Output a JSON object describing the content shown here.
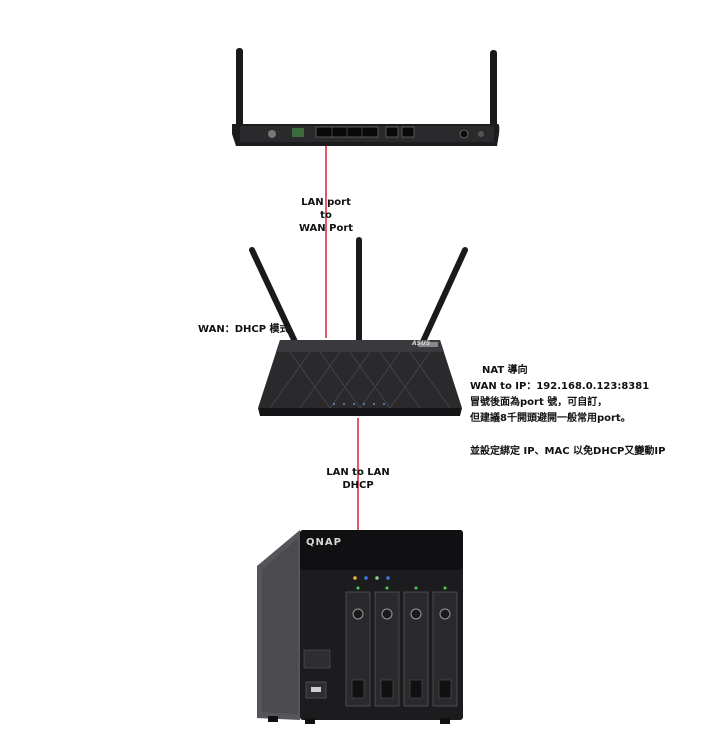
{
  "labels": {
    "lan_to_wan": [
      "LAN port",
      "to",
      "WAN  Port"
    ],
    "wan_mode": "WAN：DHCP 模式",
    "lan_to_lan": [
      "LAN to LAN",
      "DHCP"
    ],
    "nat_title": "NAT 導向",
    "nat_lines": [
      "WAN to IP：192.168.0.123:8381",
      "冒號後面為port 號，可自訂，",
      "但建議8千開頭避開一般常用port。"
    ],
    "binding_note": "並設定綁定 IP、MAC 以免DHCP又變動IP"
  },
  "devices": {
    "modem": "modem-router",
    "router": "asus-wireless-router",
    "nas": "qnap-nas",
    "nas_brand": "QNAP",
    "router_brand": "ASUS"
  },
  "colors": {
    "cable": "#e0202a",
    "device_dark": "#1c1c1e",
    "device_mid": "#3a3a3c"
  }
}
